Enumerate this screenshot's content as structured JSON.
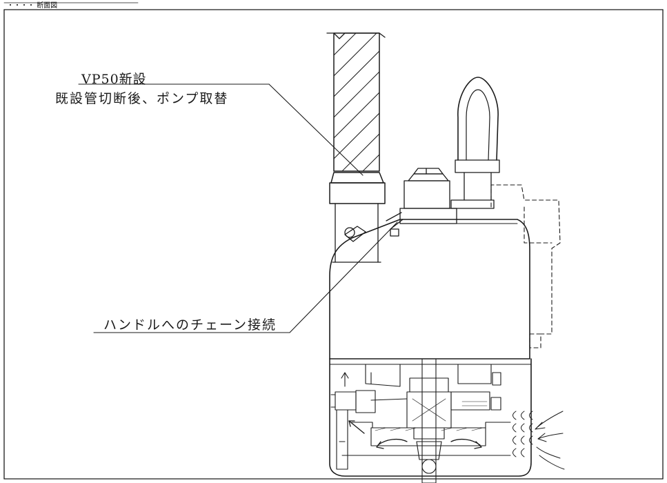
{
  "header_fragment": "・・・・ 断面図",
  "annotations": {
    "new_pipe": "VP50新設",
    "replacement_note": "既設管切断後、ポンプ取替",
    "chain_connection": "ハンドルへのチェーン接続"
  },
  "colors": {
    "line": "#1a1a1a",
    "paper": "#ffffff",
    "hatch": "#2a2a2a"
  }
}
